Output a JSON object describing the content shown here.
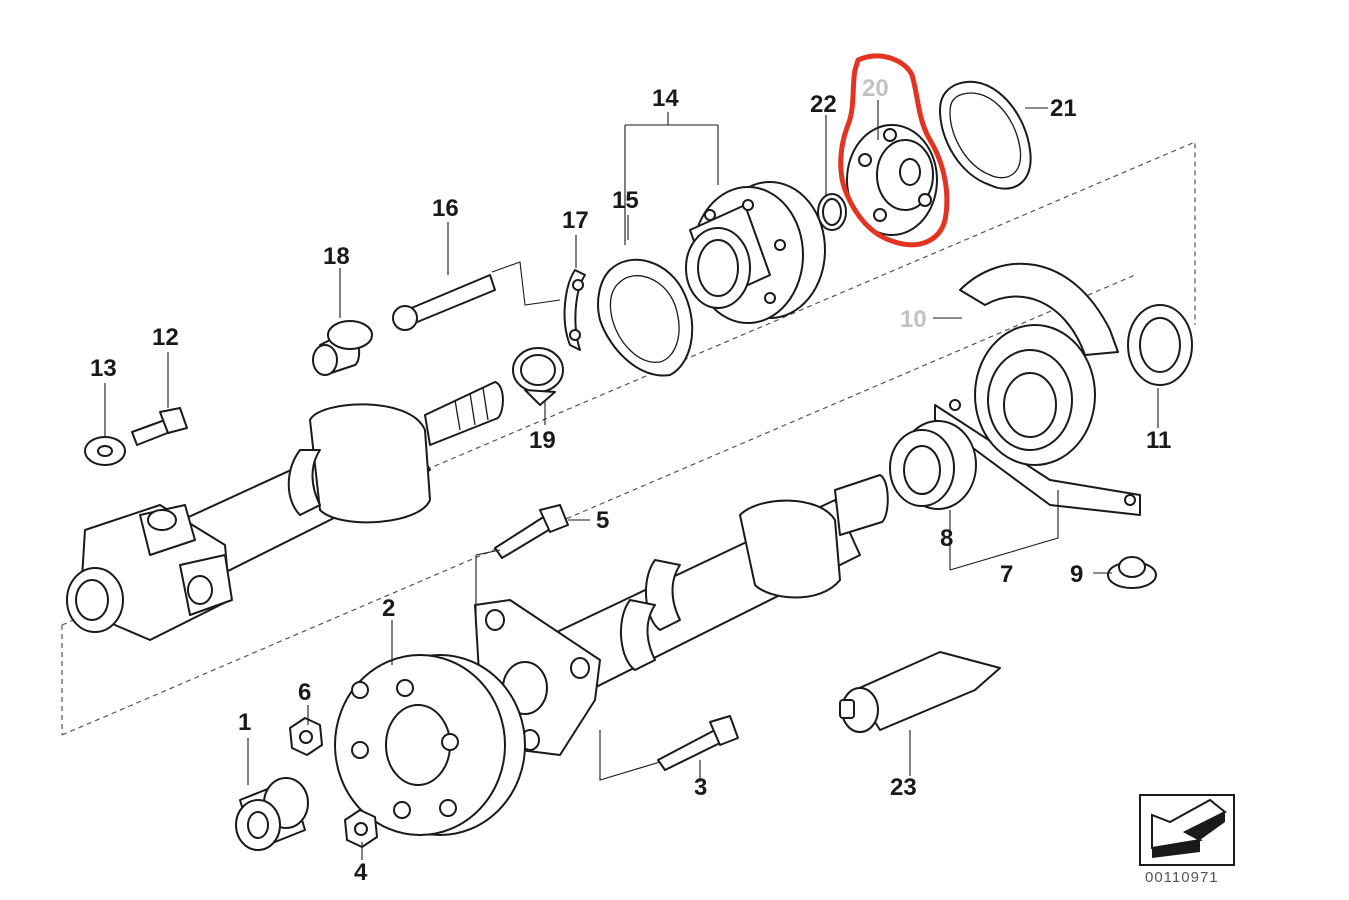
{
  "diagram": {
    "callouts": [
      {
        "id": "c1",
        "label": "1"
      },
      {
        "id": "c2",
        "label": "2"
      },
      {
        "id": "c3",
        "label": "3"
      },
      {
        "id": "c4",
        "label": "4"
      },
      {
        "id": "c5",
        "label": "5"
      },
      {
        "id": "c6",
        "label": "6"
      },
      {
        "id": "c7",
        "label": "7"
      },
      {
        "id": "c8",
        "label": "8"
      },
      {
        "id": "c9",
        "label": "9"
      },
      {
        "id": "c10",
        "label": "10"
      },
      {
        "id": "c11",
        "label": "11"
      },
      {
        "id": "c12",
        "label": "12"
      },
      {
        "id": "c13",
        "label": "13"
      },
      {
        "id": "c14",
        "label": "14"
      },
      {
        "id": "c15",
        "label": "15"
      },
      {
        "id": "c16",
        "label": "16"
      },
      {
        "id": "c17",
        "label": "17"
      },
      {
        "id": "c18",
        "label": "18"
      },
      {
        "id": "c19",
        "label": "19"
      },
      {
        "id": "c20",
        "label": "20"
      },
      {
        "id": "c21",
        "label": "21"
      },
      {
        "id": "c22",
        "label": "22"
      },
      {
        "id": "c23",
        "label": "23"
      }
    ],
    "document_number": "00110971",
    "highlight_color": "#e53321",
    "faint_label_color": "#c2c2c2"
  }
}
